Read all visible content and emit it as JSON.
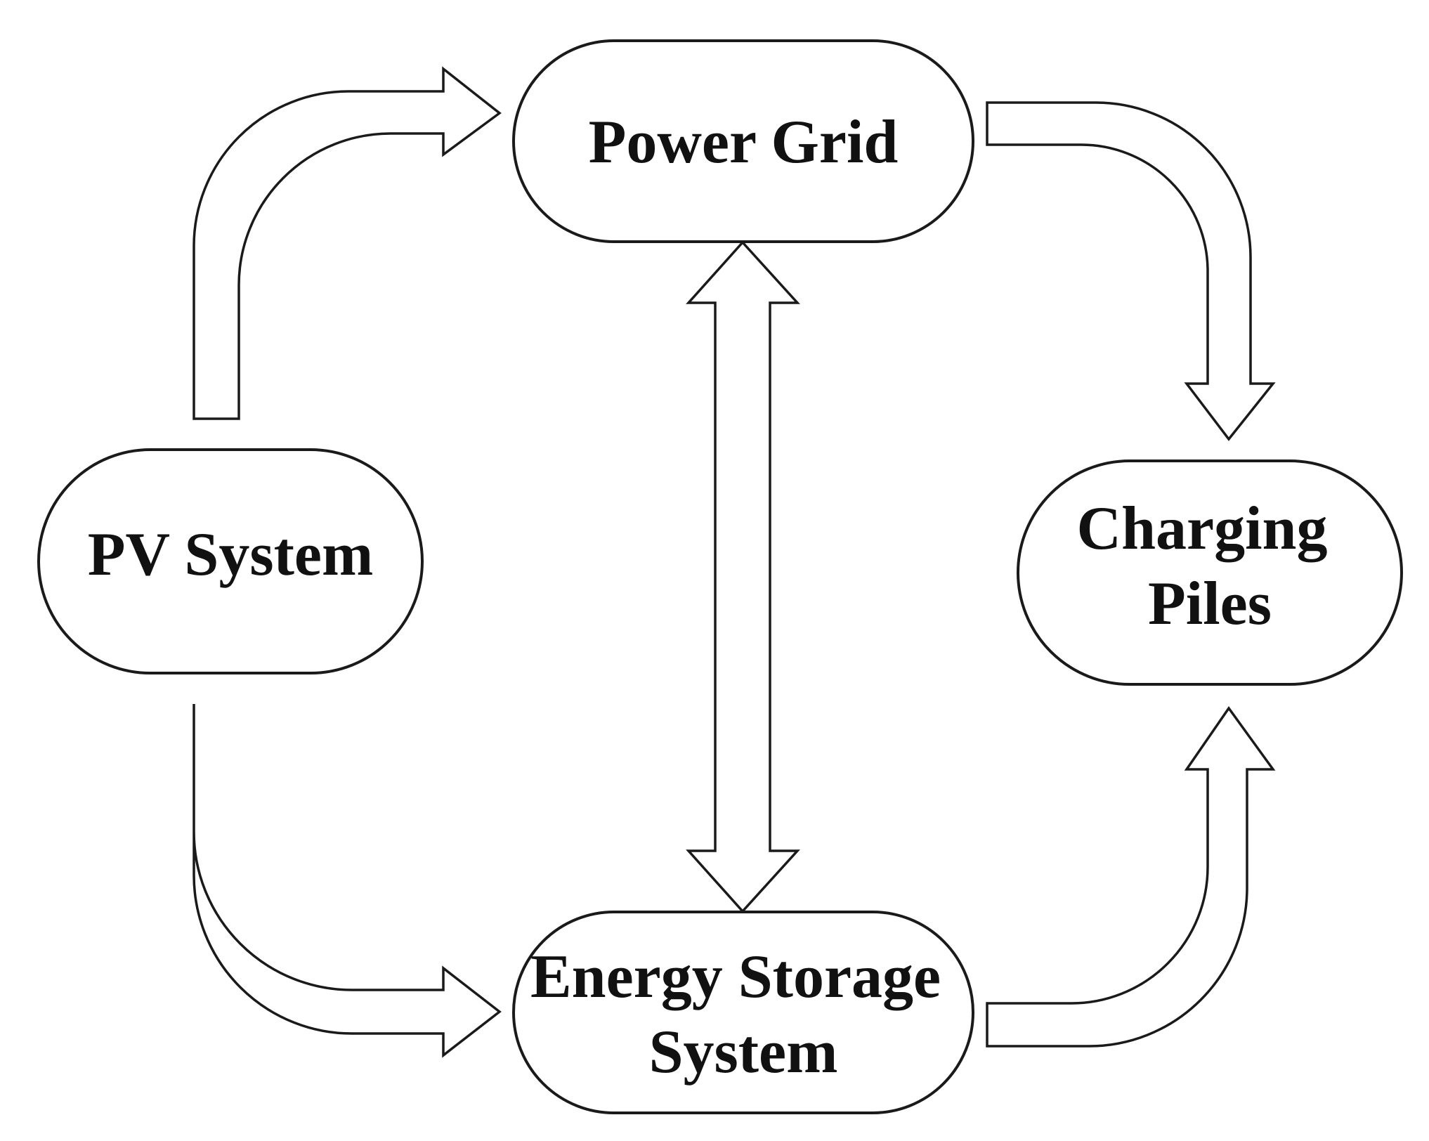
{
  "nodes": {
    "power_grid": {
      "lines": [
        "Power Grid"
      ]
    },
    "pv_system": {
      "lines": [
        "PV System"
      ]
    },
    "charging_piles": {
      "lines": [
        "Charging",
        "Piles"
      ]
    },
    "energy_storage": {
      "lines": [
        "Energy Storage",
        "System"
      ]
    }
  },
  "edges": [
    {
      "from": "PV System",
      "to": "Power Grid",
      "direction": "one-way"
    },
    {
      "from": "PV System",
      "to": "Energy Storage System",
      "direction": "one-way"
    },
    {
      "from": "Power Grid",
      "to": "Charging Piles",
      "direction": "one-way"
    },
    {
      "from": "Energy Storage System",
      "to": "Charging Piles",
      "direction": "one-way"
    },
    {
      "from": "Power Grid",
      "to": "Energy Storage System",
      "direction": "two-way"
    }
  ],
  "colors": {
    "stroke": "#1a1a1a",
    "fill": "#ffffff",
    "text": "#111111"
  }
}
